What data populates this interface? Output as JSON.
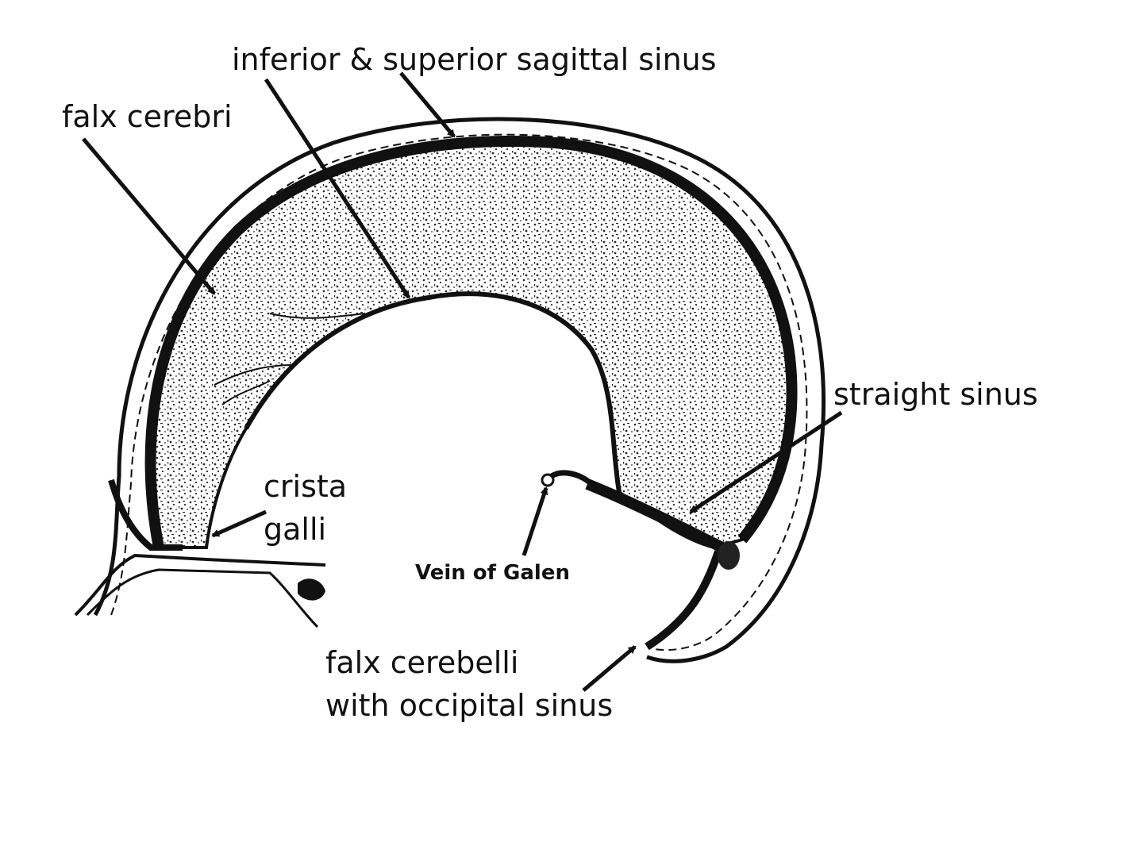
{
  "labels": {
    "sagittal_sinus": "inferior & superior  sagittal sinus",
    "falx_cerebri": "falx cerebri",
    "straight_sinus": "straight sinus",
    "crista_galli_line1": "crista",
    "crista_galli_line2": "galli",
    "vein_of_galen": "Vein of Galen",
    "falx_cerebelli_line1": "falx cerebelli",
    "falx_cerebelli_line2": "with occipital sinus"
  },
  "colors": {
    "ink": "#111111",
    "stipple": "#2a2a2a",
    "background": "#ffffff"
  }
}
